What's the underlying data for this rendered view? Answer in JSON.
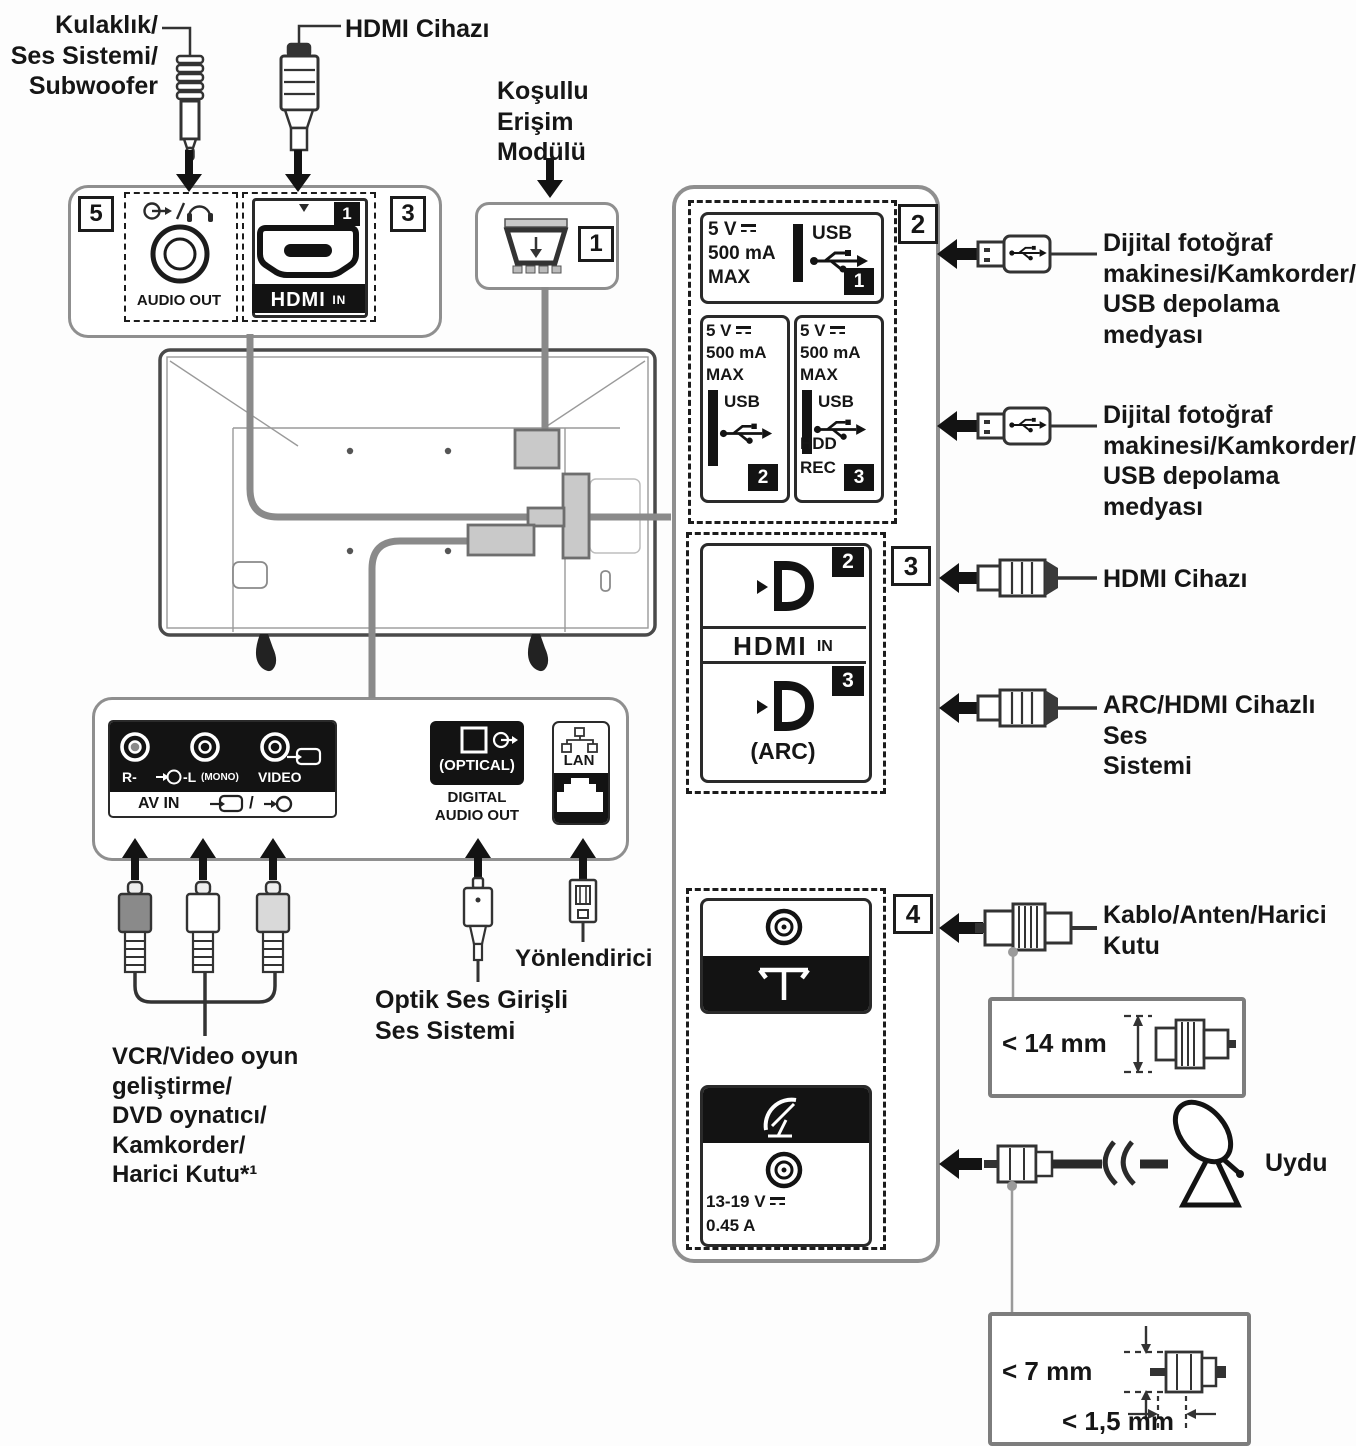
{
  "colors": {
    "ink": "#161616",
    "box_border": "#8f8f8f",
    "cable_gray": "#8a8a8a",
    "block_fill": "#c9c9c9",
    "black_fill": "#131313"
  },
  "labels": {
    "kulaklik": "Kulaklık/\nSes Sistemi/\nSubwoofer",
    "hdmi_top": "HDMI Cihazı",
    "cam": "Koşullu\nErişim\nModülü",
    "usb_a": "Dijital fotoğraf\nmakinesi/Kamkorder/\nUSB depolama\nmedyası",
    "usb_b": "Dijital fotoğraf\nmakinesi/Kamkorder/\nUSB depolama\nmedyası",
    "hdmi_right": "HDMI Cihazı",
    "arc": "ARC/HDMI Cihazlı Ses\nSistemi",
    "kablo": "Kablo/Anten/Harici\nKutu",
    "uydu": "Uydu",
    "vcr": "VCR/Video oyun\ngeliştirme/\nDVD oynatıcı/\nKamkorder/\nHarici Kutu*¹",
    "optik": "Optik Ses Girişli\nSes Sistemi",
    "router": "Yönlendirici"
  },
  "callouts": {
    "cam": "1",
    "usb": "2",
    "hdmi_left": "3",
    "hdmi_right": "3",
    "tuner": "4",
    "audio": "5"
  },
  "audio_out": {
    "label": "AUDIO OUT"
  },
  "hdmi1": {
    "badge": "1",
    "logo": "HDMI",
    "in": "IN"
  },
  "usb_ports": {
    "volt": "5 V",
    "ma": "500 mA",
    "max": "MAX",
    "usb": "USB",
    "hdd": "HDD",
    "rec": "REC",
    "b1": "1",
    "b2": "2",
    "b3": "3"
  },
  "hdmi_in": {
    "logo": "HDMI",
    "in": "IN",
    "b2": "2",
    "b3": "3",
    "arc": "(ARC)"
  },
  "tuner": {
    "volt": "13-19 V",
    "amp": "0.45 A"
  },
  "av": {
    "r": "R-",
    "l": "-L",
    "mono": "(MONO)",
    "video": "VIDEO",
    "av_in": "AV IN",
    "slash": "/"
  },
  "optical": {
    "optical": "(OPTICAL)",
    "digital": "DIGITAL",
    "audio_out": "AUDIO OUT"
  },
  "lan": {
    "label": "LAN"
  },
  "measure": {
    "m14": "< 14 mm",
    "m7": "< 7 mm",
    "m15": "< 1,5 mm"
  },
  "icons": {
    "headphone_jack": "3.5mm-plug",
    "hdmi_plug": "hdmi-connector",
    "usb_plug": "usb-a-connector",
    "coax_plug": "coax-antenna-connector",
    "f_plug": "satellite-f-connector",
    "satellite_dish": "dish-glyph",
    "usb_trident": "usb-symbol",
    "line_out": "circle-arrow-out",
    "headphones": "headphone-glyph",
    "antenna": "T-antenna-symbol",
    "network": "lan-network-symbol",
    "dc_power": "direct-current-symbol"
  }
}
